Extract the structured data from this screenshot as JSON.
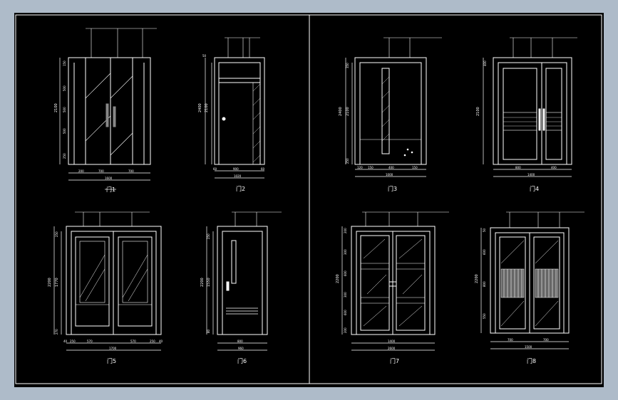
{
  "elevations": [
    {
      "id": "M1",
      "caption": "门1",
      "dims": {
        "height": "2100",
        "heights": [
          "150",
          "500",
          "500",
          "500",
          "250"
        ],
        "bottom": [
          "200",
          "700",
          "700"
        ],
        "total": "1600"
      }
    },
    {
      "id": "M2",
      "caption": "门2",
      "dims": {
        "outer": "2400",
        "inner": "2100",
        "top": "50",
        "bottom": [
          "60",
          "900",
          "60"
        ],
        "total": "1020"
      }
    },
    {
      "id": "M3",
      "caption": "门3",
      "dims": {
        "outer": "2400",
        "inner": "2100",
        "top": "350",
        "low": "250",
        "bottom": [
          "120",
          "150",
          "400",
          "150"
        ],
        "total": "1000"
      }
    },
    {
      "id": "M4",
      "caption": "门4",
      "dims": {
        "height": "2100",
        "top": "400",
        "bottom": [
          "800",
          "400"
        ],
        "total": "1400"
      }
    },
    {
      "id": "M5",
      "caption": "门5",
      "dims": {
        "outer": "2200",
        "inner": "1770",
        "top": "250",
        "low": "270",
        "bottom": [
          "40",
          "250",
          "570",
          "570",
          "250",
          "40"
        ],
        "total": "1700"
      }
    },
    {
      "id": "M6",
      "caption": "门6",
      "dims": {
        "outer": "2200",
        "inner": "1550",
        "top": "250",
        "low": "80",
        "bottom": [
          "800"
        ],
        "total": "960"
      }
    },
    {
      "id": "M7",
      "caption": "门7",
      "dims": {
        "height": "2200",
        "heights": [
          "200",
          "300",
          "600",
          "300",
          "600",
          "200"
        ],
        "bottom": [
          "1400"
        ],
        "total": "2600"
      }
    },
    {
      "id": "M8",
      "caption": "门8",
      "dims": {
        "height": "2200",
        "heights": [
          "50",
          "600",
          "800",
          "550"
        ],
        "bottom": [
          "700",
          "700"
        ],
        "total": "1500"
      }
    }
  ]
}
